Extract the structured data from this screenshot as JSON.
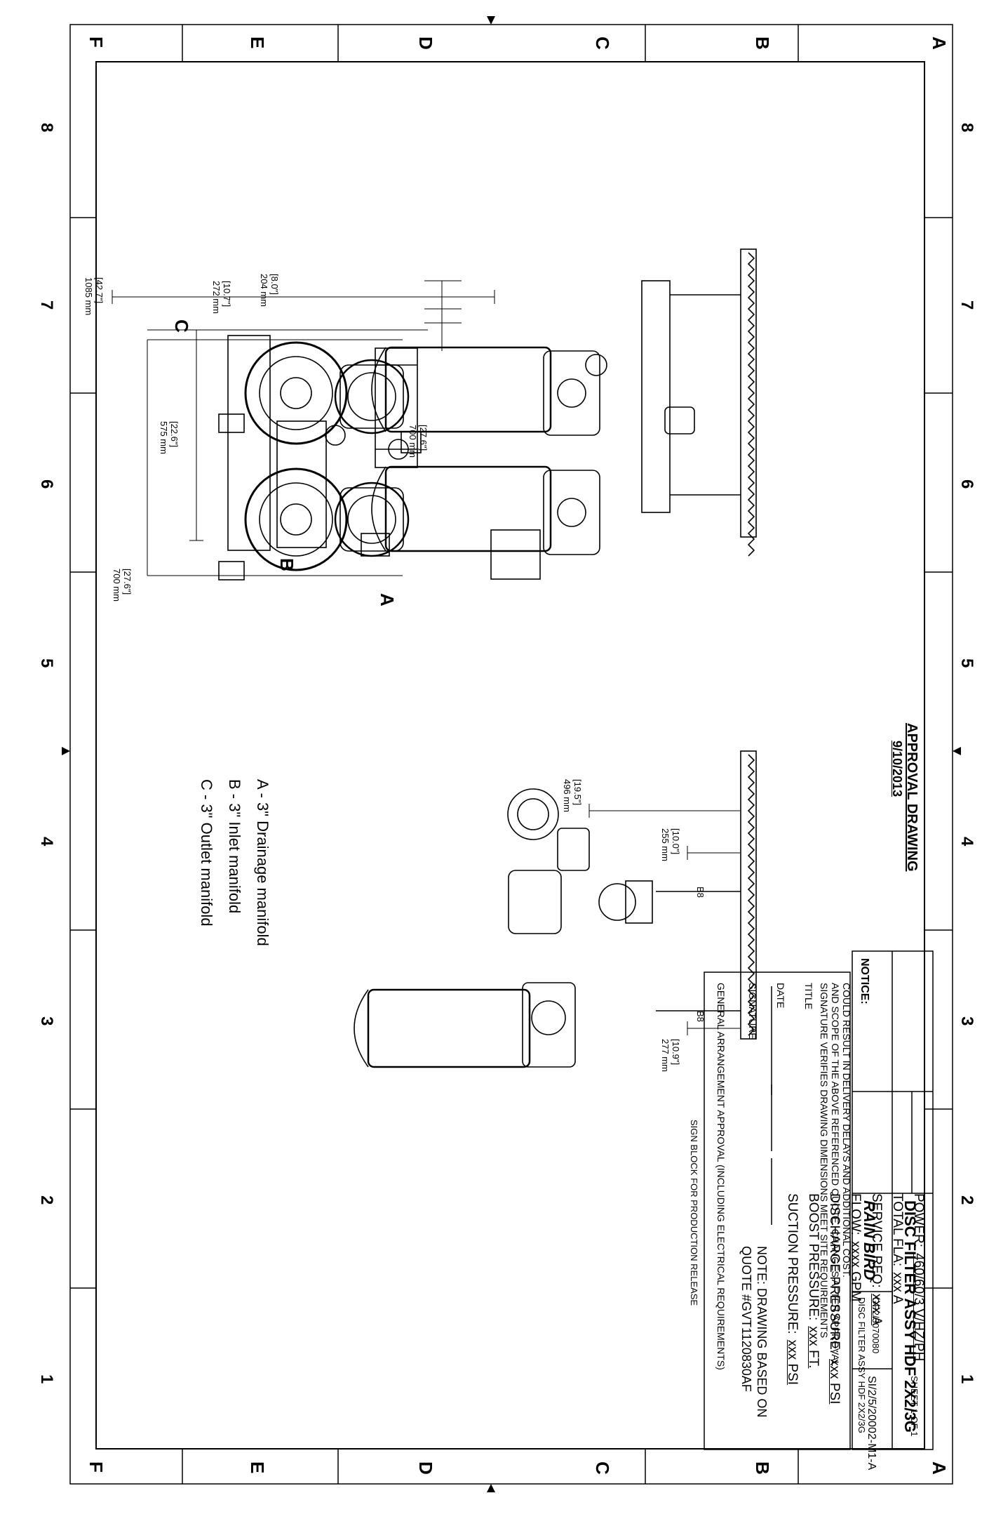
{
  "grid": {
    "rows": [
      "A",
      "B",
      "C",
      "D",
      "E",
      "F"
    ],
    "columns": [
      "8",
      "7",
      "6",
      "5",
      "4",
      "3",
      "2",
      "1"
    ]
  },
  "approval": {
    "title": "APPROVAL DRAWING",
    "date": "9/10/2013"
  },
  "specs": [
    {
      "label": "POWER:",
      "value": "460/60/3 V/HZ/PH"
    },
    {
      "label": "TOTAL FLA:",
      "value": "xxx A"
    },
    {
      "label": "SERVICE REQ:",
      "value": "xxx A"
    },
    {
      "label": "FLOW:",
      "value": "xxxx GPM"
    },
    {
      "label": "DISCHARGE PRESSURE:",
      "value": "xxx PSI"
    },
    {
      "label": "BOOST PRESSURE:",
      "value": "xxx FT."
    },
    {
      "label": "SUCTION PRESSURE:",
      "value": "xxx PSI"
    }
  ],
  "note": {
    "line1": "NOTE: DRAWING BASED ON",
    "line2": "QUOTE #GVT1120830AF"
  },
  "legend": [
    "A - 3\" Drainage manifold",
    "B - 3\" Inlet manifold",
    "C - 3\" Outlet manifold"
  ],
  "callouts": {
    "a": "A",
    "b": "B",
    "c": "C"
  },
  "dimensions": {
    "d1": {
      "in": "[10.7\"]",
      "mm": "272 mm"
    },
    "d2": {
      "in": "[8.0\"]",
      "mm": "204 mm"
    },
    "d3": {
      "in": "[22.6\"]",
      "mm": "575 mm"
    },
    "d4": {
      "in": "[27.6\"]",
      "mm": "700 mm"
    },
    "d5": {
      "in": "[27.6\"]",
      "mm": "700 mm"
    },
    "d6": {
      "in": "[42.7\"]",
      "mm": "1085 mm"
    },
    "d7": {
      "in": "[19.5\"]",
      "mm": "496 mm"
    },
    "d8": {
      "in": "[10.0\"]",
      "mm": "255 mm"
    },
    "d9": {
      "in": "[10.9\"]",
      "mm": "277 mm"
    }
  },
  "sign_block": {
    "header": "SIGN BLOCK FOR PRODUCTION RELEASE",
    "general": "GENERAL ARRANGEMENT APPROVAL (INCLUDING ELECTRICAL REQUIREMENTS)",
    "signature": "SIGNATURE",
    "date": "DATE",
    "title": "TITLE",
    "verify1": "SIGNATURE VERIFIES DRAWING DIMENSIONS MEET SITE REQUIREMENTS",
    "verify2": "AND SCOPE OF THE ABOVE REFERENCED QUOTE. CHANGES AFTER APPROVAL",
    "verify3": "COULD RESULT IN DELIVERY DELAYS AND ADDITIONAL COST."
  },
  "title_block": {
    "notice": "NOTICE:",
    "brand": "RAIN BIRD",
    "title": "DISC FILTER ASSY HDF 2X2/3G",
    "part_label": "DISC FILTER ASSY HDF 2X2/3G",
    "part_no": "GP2/3070080",
    "drawing_no": "SI/2/5/20002-M1-A",
    "sheet": "SHEET 1 OF 1"
  },
  "tags": {
    "b1": "B8",
    "b2": "B8"
  }
}
